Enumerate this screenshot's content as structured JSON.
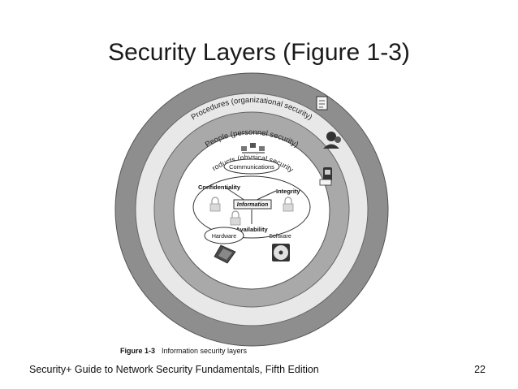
{
  "slide": {
    "title": "Security Layers (Figure 1-3)",
    "footer": "Security+ Guide to Network Security Fundamentals, Fifth Edition",
    "page_number": "22"
  },
  "figure": {
    "number": "Figure 1-3",
    "caption": "Information security layers",
    "rings": {
      "outer": "Procedures (organizational security)",
      "middle": "People (personnel security)",
      "inner": "Products (physical security)"
    },
    "core": {
      "communications": "Communications",
      "confidentiality": "Confidentiality",
      "integrity": "Integrity",
      "information": "Information",
      "availability": "Availability",
      "hardware": "Hardware",
      "software": "Software"
    },
    "colors": {
      "outer_ring": "#8e8e8e",
      "middle_ring": "#e8e8e8",
      "inner_ring": "#a9a9a9",
      "core": "#ffffff"
    }
  }
}
